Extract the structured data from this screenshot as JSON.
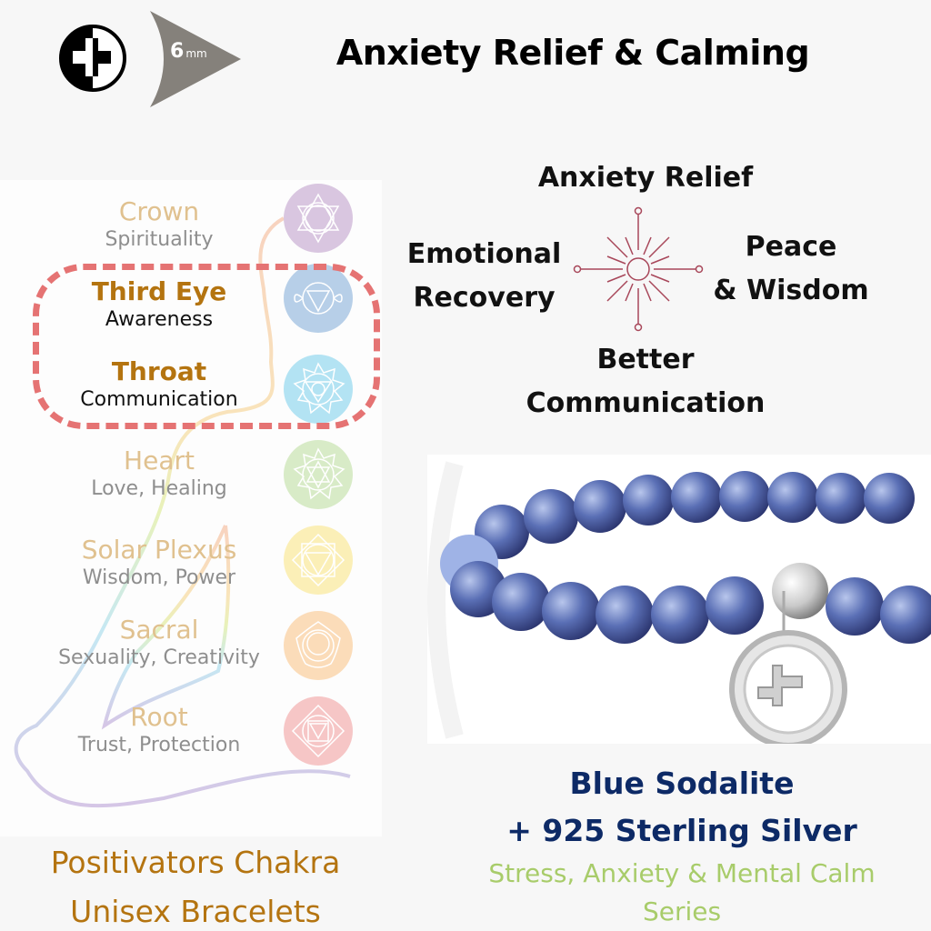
{
  "header": {
    "logo_icon": "plus-in-half-circle-icon",
    "size_badge": {
      "value": "6",
      "unit": "mm"
    },
    "title": "Anxiety Relief & Calming"
  },
  "chakras": [
    {
      "name": "Crown",
      "description": "Spirituality",
      "color": "#d9c6e0",
      "active": false
    },
    {
      "name": "Third Eye",
      "description": "Awareness",
      "color": "#b7cfe8",
      "active": true
    },
    {
      "name": "Throat",
      "description": "Communication",
      "color": "#b3e3f3",
      "active": true
    },
    {
      "name": "Heart",
      "description": "Love, Healing",
      "color": "#d8ebc7",
      "active": false
    },
    {
      "name": "Solar Plexus",
      "description": "Wisdom, Power",
      "color": "#fbefb7",
      "active": false
    },
    {
      "name": "Sacral",
      "description": "Sexuality, Creativity",
      "color": "#fbdcb9",
      "active": false
    },
    {
      "name": "Root",
      "description": "Trust, Protection",
      "color": "#f6c6c6",
      "active": false
    }
  ],
  "benefits": {
    "top": "Anxiety Relief",
    "left_line1": "Emotional",
    "left_line2": "Recovery",
    "right_line1": "Peace",
    "right_line2": "& Wisdom",
    "bottom_line1": "Better",
    "bottom_line2": "Communication",
    "icon": "sun-compass-icon",
    "icon_color": "#a8475a"
  },
  "product": {
    "image": "blue-sodalite-bracelet-photo",
    "name_line1": "Blue Sodalite",
    "name_line2": "+ 925 Sterling Silver",
    "series_line1": "Stress, Anxiety & Mental Calm",
    "series_line2": "Series"
  },
  "brand": {
    "line1": "Positivators Chakra",
    "line2": "Unisex Bracelets"
  },
  "colors": {
    "gold": "#b47410",
    "navy": "#0d2a66",
    "green": "#a8cc6a",
    "highlight_dash": "#e57373"
  }
}
